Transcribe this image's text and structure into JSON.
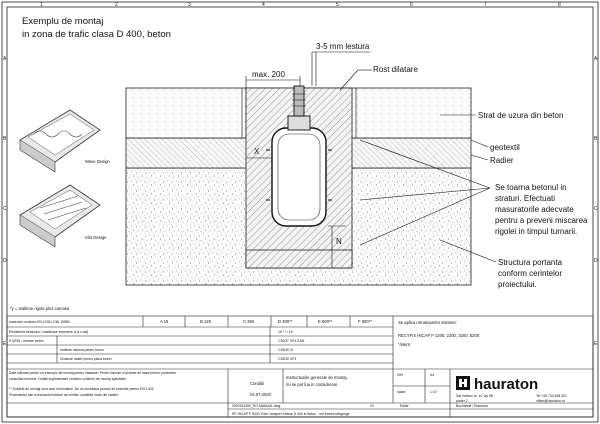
{
  "drawing": {
    "title_line1": "Exemplu de montaj",
    "title_line2": "in zona de trafic clasa D 400, beton",
    "dim_max200": "max. 200",
    "dim_joint": "3-5 mm lestura",
    "dim_x": "X",
    "dim_n": "N",
    "labels": {
      "rost": "Rost dilatare",
      "strat": "Strat de uzura din beton",
      "geotextil": "geotextil",
      "radier": "Radier",
      "se_toarna_1": "Se toarna betonul in",
      "se_toarna_2": "straturi. Efectuati",
      "se_toarna_3": "masuratorile adecvate",
      "se_toarna_4": "pentru a preveni miscarea",
      "se_toarna_5": "rigolei in timpul turnarii.",
      "structura_1": "Structura portanta",
      "structura_2": "conform cerintelor",
      "structura_3": "proiectului."
    },
    "wave_caption": "Wave Design",
    "slot_caption": "Slot Design",
    "footnote": "*y = Inaltime rigola plus camasa",
    "frame_letters_left": [
      "A",
      "B",
      "C",
      "D",
      "E"
    ],
    "frame_numbers_top": [
      "1",
      "2",
      "3",
      "4",
      "5",
      "6",
      "7",
      "8"
    ]
  },
  "table": {
    "row1_label": "Incarcare conform EN 1433 / DIN 19580",
    "classes": [
      "A 15",
      "B 125",
      "C 250",
      "D 400**",
      "E 600**",
      "F 900**"
    ],
    "row2_label": "Rezistenta betonului / clasificare expunere (z.a.v.ost)",
    "row2_value": "15 / * / 15",
    "row3_label": "S:\\(RD) / Armare beton",
    "row3_value": "C30/37 XF4-3 M1",
    "row4_label": "Inaltime minima pentru beton",
    "row4_value": "C25/30 XI",
    "row5_label": "Grosime radier pentru placa beton",
    "row5_value": "C25/30 XF3",
    "right_head": "Se aplica urmatoarelor sisteme:",
    "right_product": "RECYFIX HICAP F 1200, 2200, 3200, 5200",
    "right_sub": "*/sters",
    "notes": [
      "Date utilizate pentru un exemplu de montaj pentru instalare: Pentru calcule si ipoteze de baza pentru proiectare",
      "consultati normele. Detalii suplimentare conform schitelor de montaj aplicabile.",
      "** Solutiile de montaj sunt doar informative. Nu se considera proiect de executie pentru EN 1433.",
      "Proiectantul sau executantul trebuie sa verifice conditiile reale din santier."
    ],
    "conditii_label": "Conditii",
    "conditii_date": "04.07.2020",
    "desc_line1": "Instructiunile generale de montaj",
    "desc_line2": "nu se pot lua in considerare",
    "drawing_no": "0000151060_RO-MANUAL.dwg",
    "page": "19",
    "editie": "Editie",
    "din_label": "DIN",
    "format": "A4",
    "scara_label": "scara",
    "scale": "1:10",
    "bottom_line": "RF-HICAP F 5200: Einb.-beispiel Klasse D 400 in Beton - mit Estrich/Abgange",
    "company": "hauraton",
    "company_addr1": "Sat Hodoni nr. 10, Ap 56",
    "company_addr2": "parter 2",
    "company_addr3": "Bucharest / Romania",
    "company_tel": "Tel +40 744 518 301",
    "company_mail": "office@hauraton.ro"
  }
}
